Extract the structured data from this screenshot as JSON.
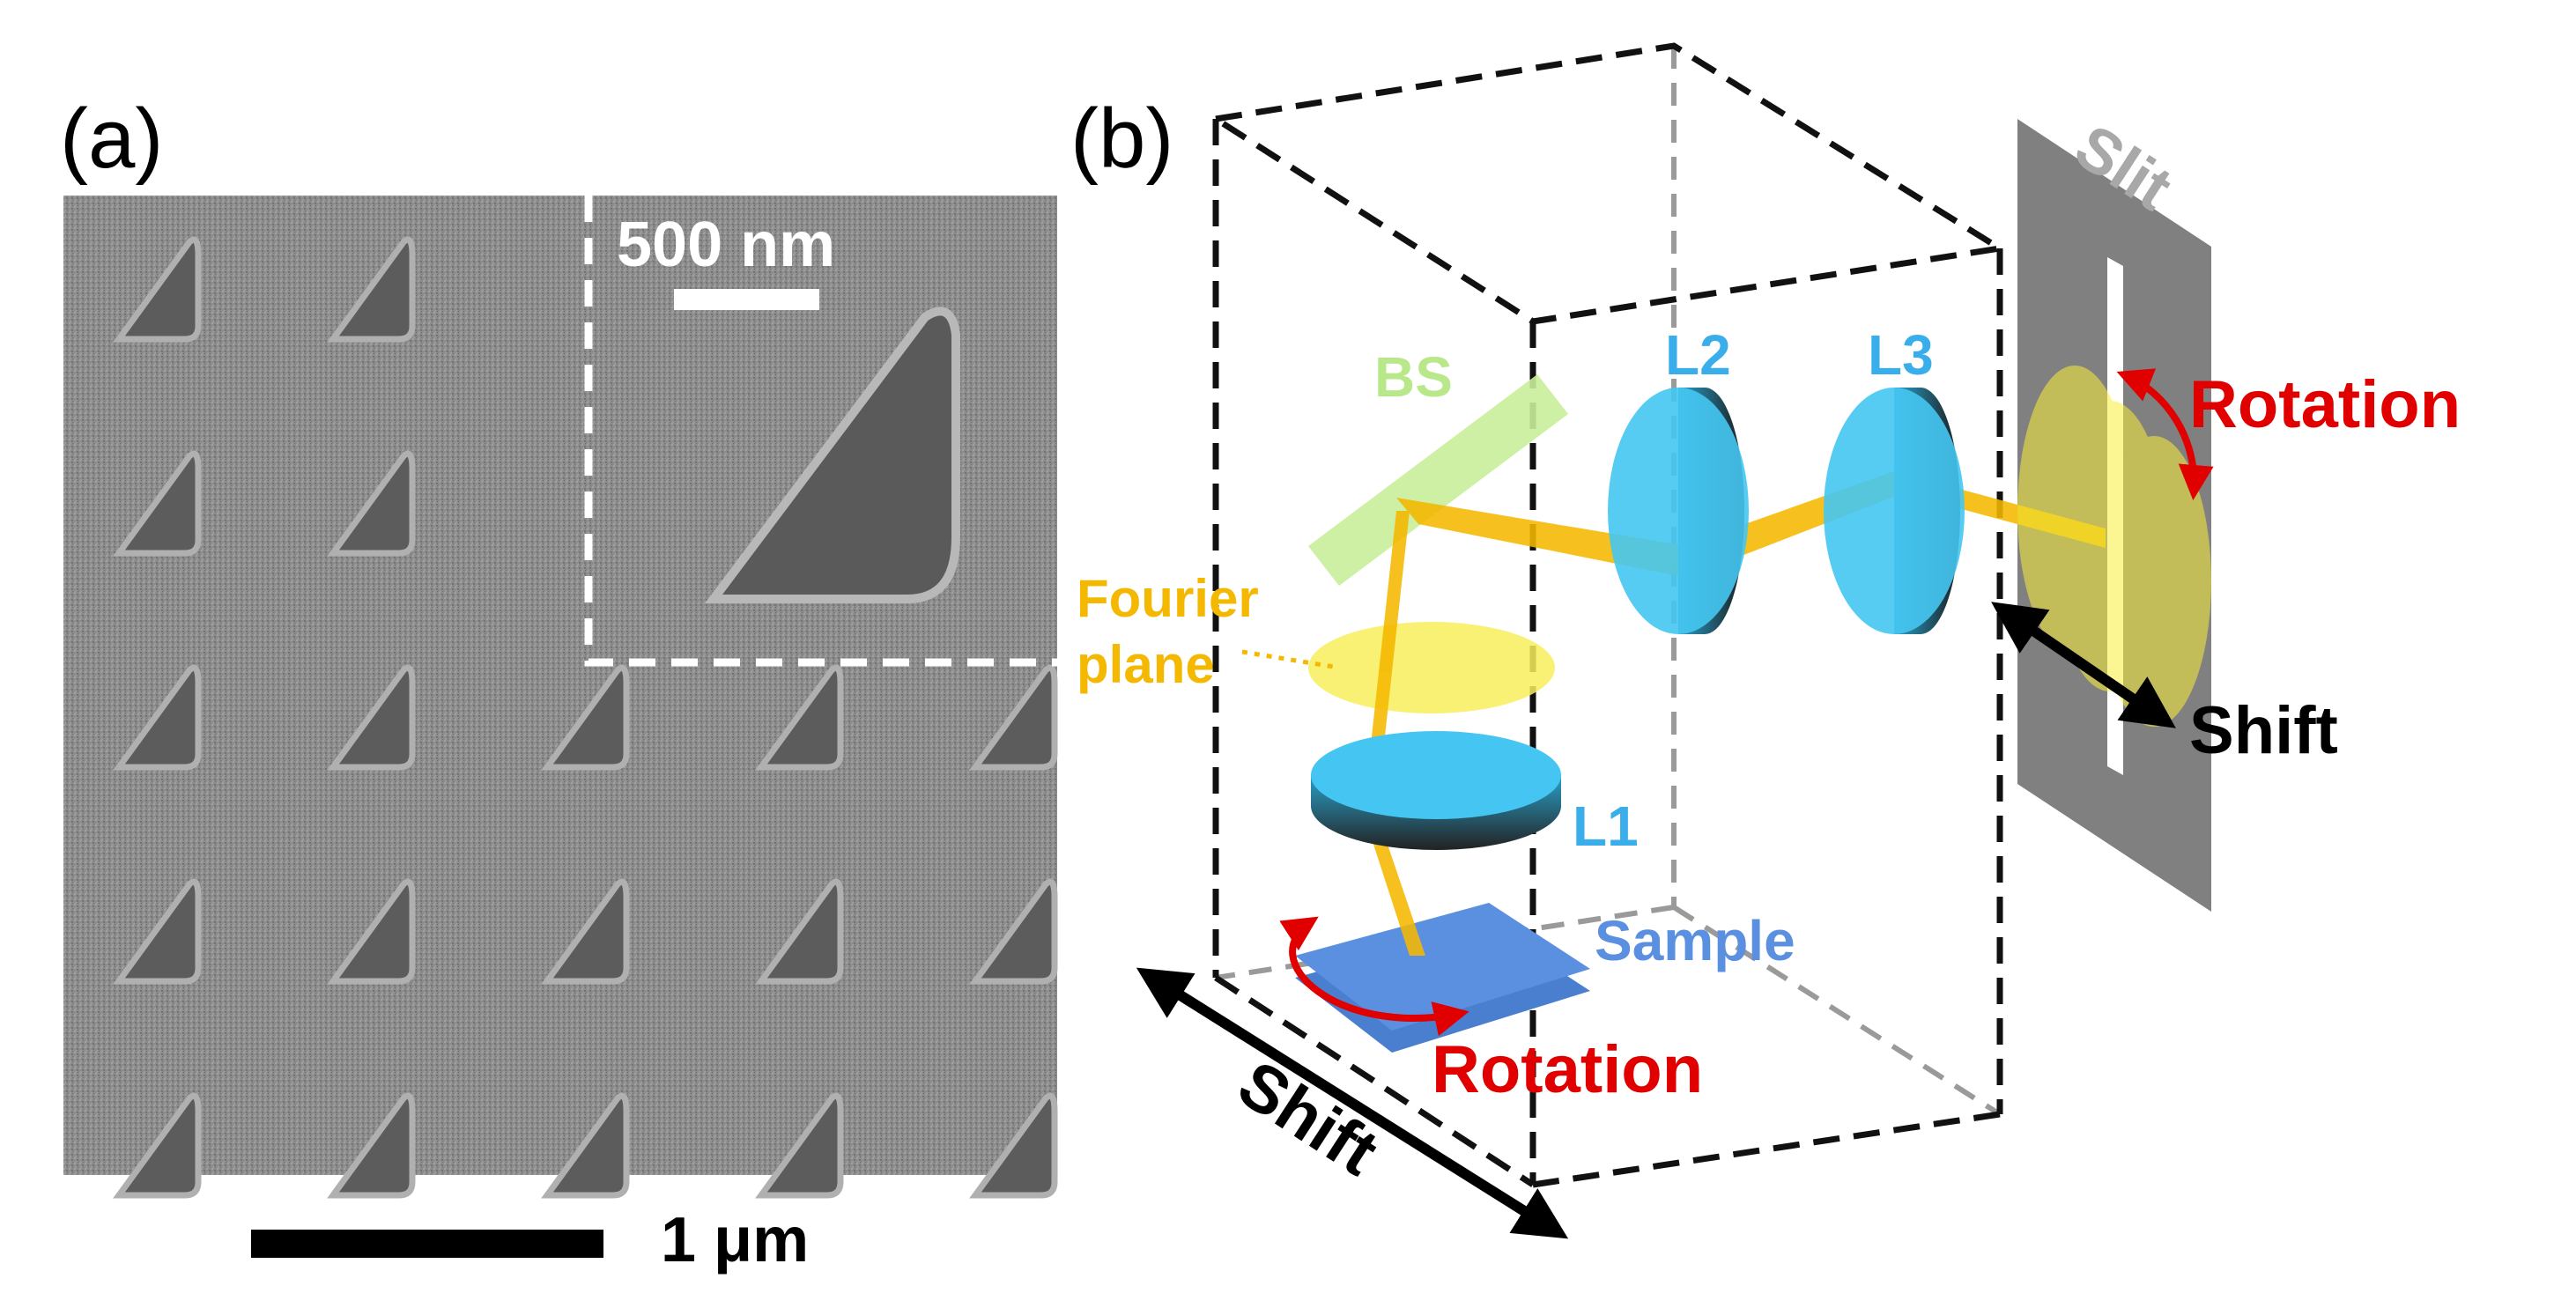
{
  "panel_a": {
    "label": "(a)",
    "inset_scale": "500 nm",
    "main_scale": "1 μm",
    "colors": {
      "sem_bg": "#8a8a8a",
      "sem_pit": "#5c5c5c",
      "sem_edge": "#b4b4b4"
    }
  },
  "panel_b": {
    "label": "(b)",
    "bs": "BS",
    "l1": "L1",
    "l2": "L2",
    "l3": "L3",
    "fourier_line1": "Fourier",
    "fourier_line2": "plane",
    "sample": "Sample",
    "slit": "Slit",
    "rotation_sample": "Rotation",
    "rotation_slit": "Rotation",
    "shift_sample": "Shift",
    "shift_slit": "Shift",
    "colors": {
      "lens": "#45c6f2",
      "beam": "#f5b800",
      "bs": "#c8ee9a",
      "fourier": "#f8ee5a",
      "sample": "#5b8fe0",
      "slit": "#808080",
      "rotation": "#e00000",
      "label_blue": "#3aaeea",
      "label_green": "#b8e88a",
      "label_orange": "#f5b800"
    }
  }
}
